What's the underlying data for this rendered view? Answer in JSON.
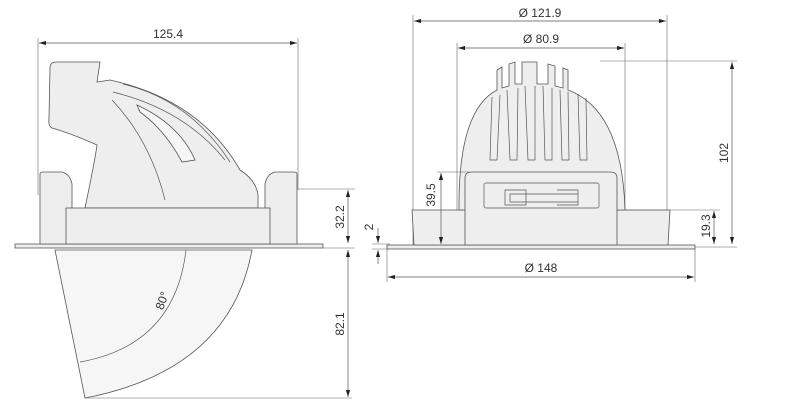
{
  "side_view": {
    "width_label": "125.4",
    "height_above_label": "32.2",
    "depth_below_label": "82.1",
    "tilt_angle_label": "80°",
    "flange_thickness_label": "2"
  },
  "front_view": {
    "outer_diameter_label": "Ø 121.9",
    "heatsink_diameter_label": "Ø 80.9",
    "total_height_label": "102",
    "driver_height_label": "39.5",
    "base_height_label": "19.3",
    "flange_diameter_label": "Ø 148"
  },
  "colors": {
    "line": "#555555",
    "fill": "#eeeeee",
    "text": "#333333"
  }
}
